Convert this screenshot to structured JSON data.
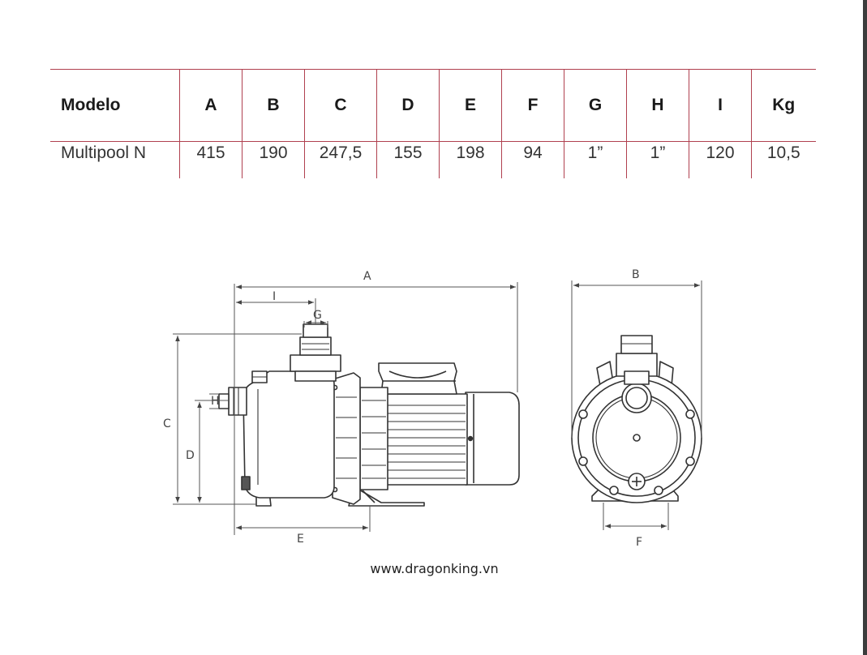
{
  "table": {
    "headers": [
      "Modelo",
      "A",
      "B",
      "C",
      "D",
      "E",
      "F",
      "G",
      "H",
      "I",
      "Kg"
    ],
    "rows": [
      [
        "Multipool N",
        "415",
        "190",
        "247,5",
        "155",
        "198",
        "94",
        "1”",
        "1”",
        "120",
        "10,5"
      ]
    ]
  },
  "drawing": {
    "side_view_labels": {
      "a": "A",
      "i": "I",
      "g": "G",
      "h": "H",
      "c": "C",
      "d": "D",
      "e": "E"
    },
    "front_view_labels": {
      "b": "B",
      "f": "F"
    }
  },
  "footer": {
    "website": "www.dragonking.vn"
  }
}
